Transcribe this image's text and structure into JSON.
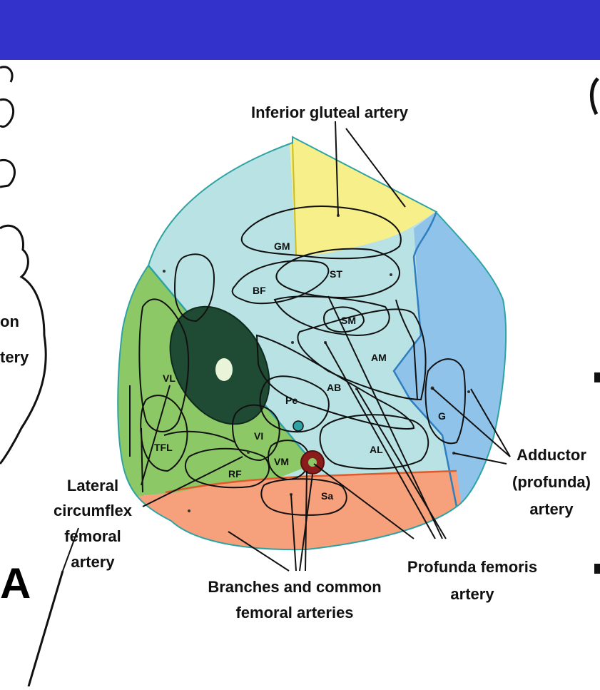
{
  "title_bar": {
    "color": "#3333cc"
  },
  "panel_letter": "A",
  "left_edge_fragments": [
    "on",
    "tery"
  ],
  "labels": {
    "inferior_gluteal": "Inferior gluteal artery",
    "lateral_circumflex": [
      "Lateral",
      "circumflex",
      "femoral",
      "artery"
    ],
    "branches_common": [
      "Branches and common",
      "femoral arteries"
    ],
    "profunda_femoris": [
      "Profunda femoris",
      "artery"
    ],
    "adductor": [
      "Adductor",
      "(profunda)",
      "artery"
    ]
  },
  "muscles": [
    "GM",
    "BF",
    "ST",
    "SM",
    "AM",
    "AB",
    "Pe",
    "AL",
    "G",
    "VL",
    "VI",
    "TFL",
    "RF",
    "VM",
    "Sa"
  ],
  "territories": [
    {
      "name": "inferior gluteal artery territory",
      "color": "#f6ef8a"
    },
    {
      "name": "adductor (profunda) artery territory",
      "color": "#8fc3ea"
    },
    {
      "name": "profunda femoris artery territory",
      "color": "#b9e2e4"
    },
    {
      "name": "lateral circumflex femoral artery territory",
      "color": "#8cc866"
    },
    {
      "name": "branches and common femoral arteries territory",
      "color": "#f6a07c"
    }
  ]
}
